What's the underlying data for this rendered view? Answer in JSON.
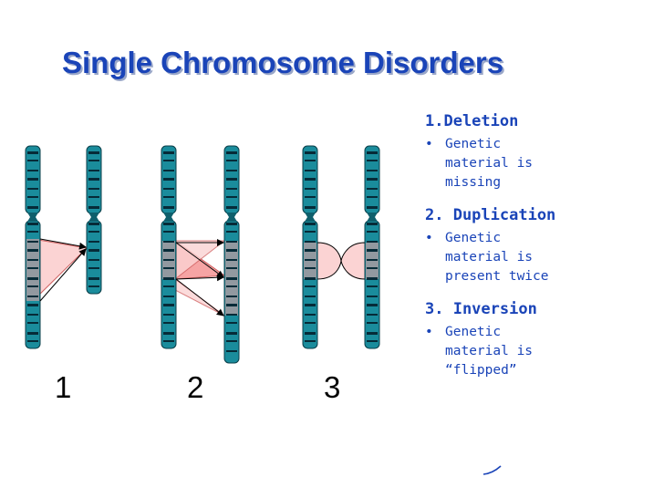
{
  "title": "Single Chromosome Disorders",
  "panels": [
    "1",
    "2",
    "3"
  ],
  "disorders": [
    {
      "heading": "1.Deletion",
      "description": [
        "Genetic",
        "material is",
        "missing"
      ]
    },
    {
      "heading": "2. Duplication",
      "description": [
        "Genetic",
        "material is",
        "present twice"
      ]
    },
    {
      "heading": "3. Inversion",
      "description": [
        "Genetic",
        "material is",
        "“flipped”"
      ]
    }
  ],
  "bullet_glyph": "•",
  "colors": {
    "title": "#1a44b8",
    "chromosome": "#1a8c9c",
    "band": "#062b38",
    "highlight": "#f6a4a4",
    "highlight_light": "#fbd3d3",
    "text": "#1a44b8"
  }
}
